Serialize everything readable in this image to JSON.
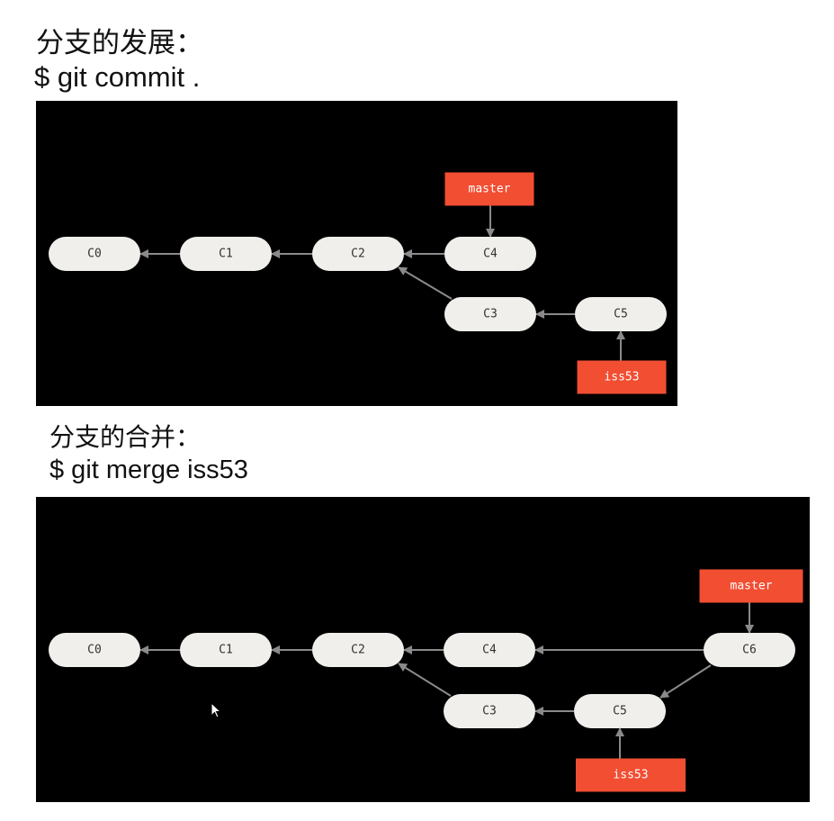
{
  "section1": {
    "title": "分支的发展：",
    "command": "$ git commit .",
    "diagram": {
      "commits": [
        "C0",
        "C1",
        "C2",
        "C4",
        "C3",
        "C5"
      ],
      "edges": [
        [
          "C1",
          "C0"
        ],
        [
          "C2",
          "C1"
        ],
        [
          "C4",
          "C2"
        ],
        [
          "C3",
          "C2"
        ],
        [
          "C5",
          "C3"
        ]
      ],
      "branches": [
        {
          "name": "master",
          "target": "C4"
        },
        {
          "name": "iss53",
          "target": "C5"
        }
      ]
    }
  },
  "section2": {
    "title": "分支的合并：",
    "command": "$ git merge iss53",
    "diagram": {
      "commits": [
        "C0",
        "C1",
        "C2",
        "C4",
        "C6",
        "C3",
        "C5"
      ],
      "edges": [
        [
          "C1",
          "C0"
        ],
        [
          "C2",
          "C1"
        ],
        [
          "C4",
          "C2"
        ],
        [
          "C3",
          "C2"
        ],
        [
          "C5",
          "C3"
        ],
        [
          "C6",
          "C4"
        ],
        [
          "C6",
          "C5"
        ]
      ],
      "branches": [
        {
          "name": "master",
          "target": "C6"
        },
        {
          "name": "iss53",
          "target": "C5"
        }
      ]
    }
  },
  "colors": {
    "background": "#000000",
    "commit": "#f0efec",
    "branch": "#f14e32",
    "edge": "#8a8a8a"
  }
}
